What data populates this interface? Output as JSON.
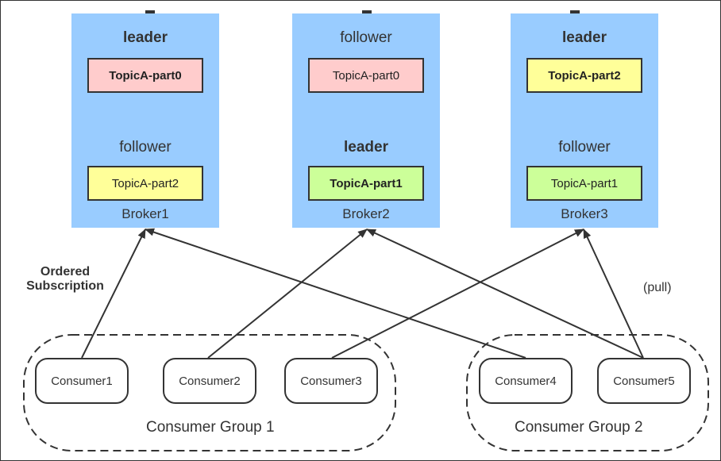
{
  "brokers": [
    {
      "name": "Broker1",
      "top_role": "leader",
      "top_partition": "TopicA-part0",
      "bottom_role": "follower",
      "bottom_partition": "TopicA-part2"
    },
    {
      "name": "Broker2",
      "top_role": "follower",
      "top_partition": "TopicA-part0",
      "bottom_role": "leader",
      "bottom_partition": "TopicA-part1"
    },
    {
      "name": "Broker3",
      "top_role": "leader",
      "top_partition": "TopicA-part2",
      "bottom_role": "follower",
      "bottom_partition": "TopicA-part1"
    }
  ],
  "consumers": [
    "Consumer1",
    "Consumer2",
    "Consumer3",
    "Consumer4",
    "Consumer5"
  ],
  "groups": [
    "Consumer Group 1",
    "Consumer Group 2"
  ],
  "notes": {
    "ordered_line1": "Ordered",
    "ordered_line2": "Subscription",
    "pull": "(pull)"
  },
  "colors": {
    "broker_bg": "#99ccff",
    "part0": "#ffcccc",
    "part1": "#ccff99",
    "part2": "#ffff99"
  }
}
